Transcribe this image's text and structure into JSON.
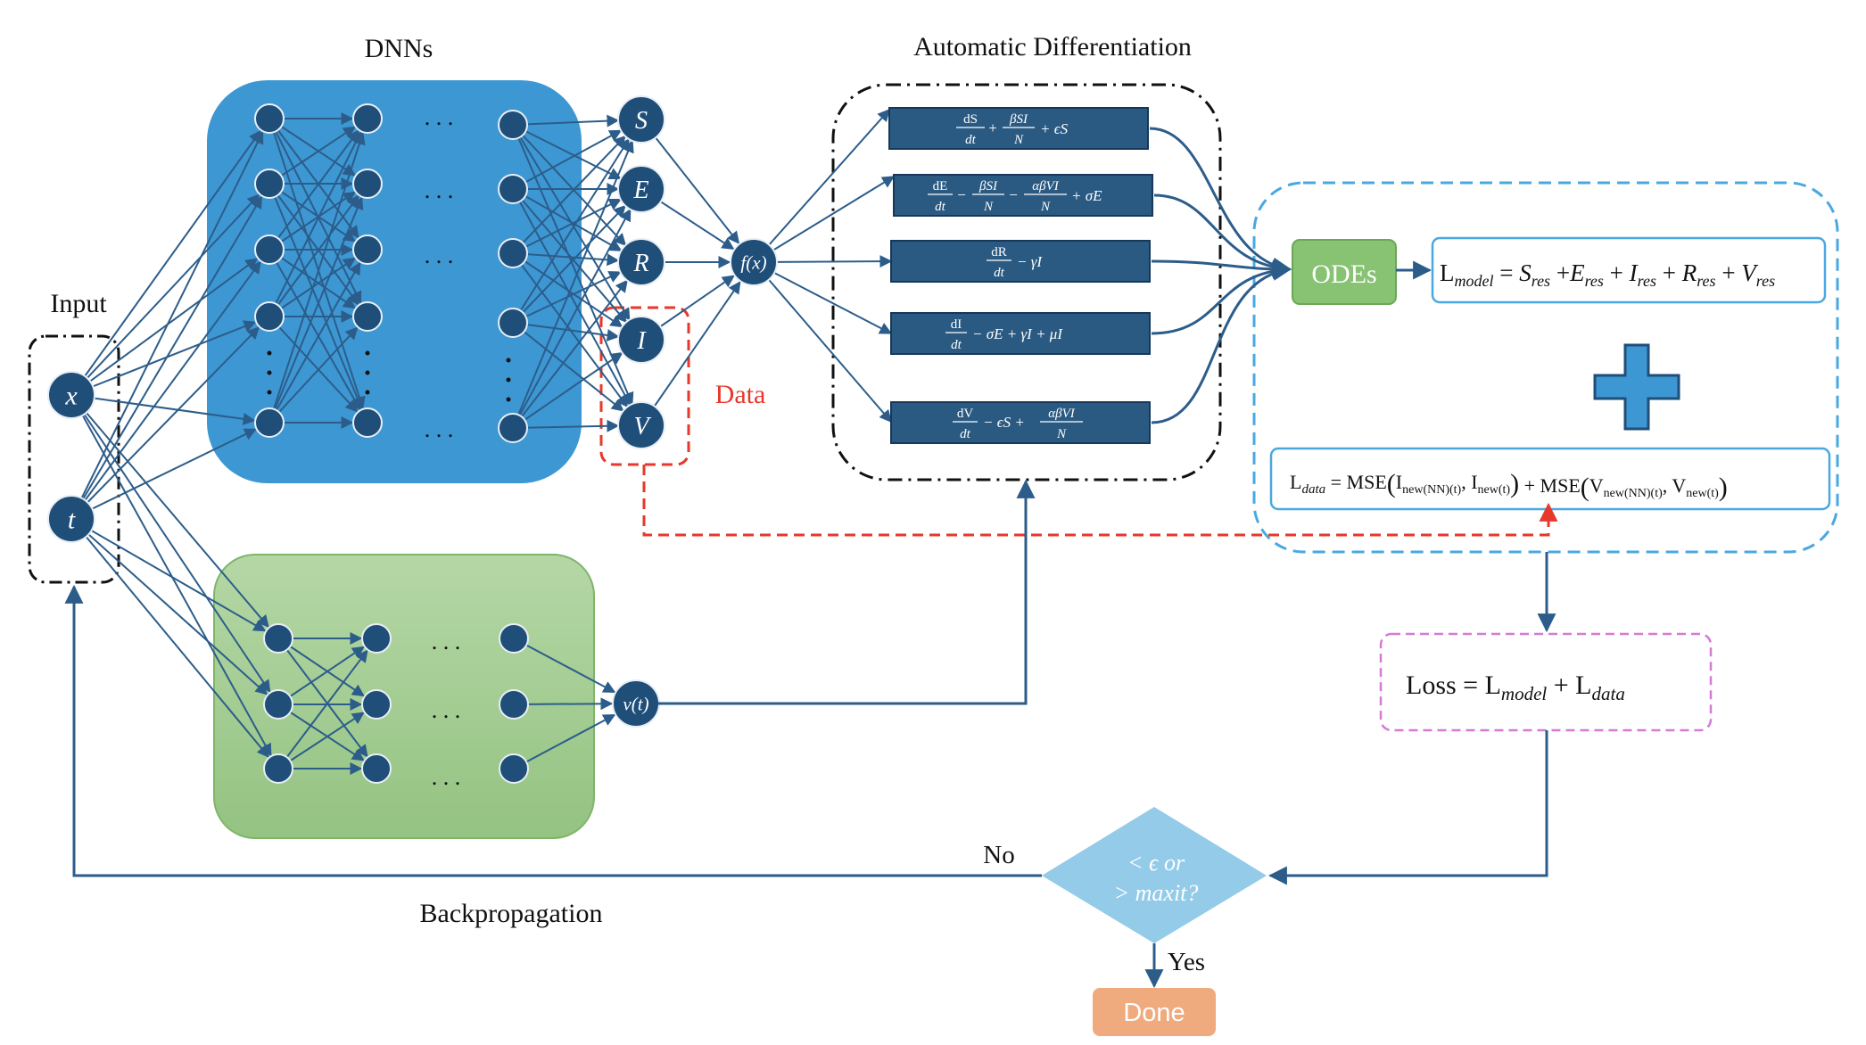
{
  "titles": {
    "dnns": "DNNs",
    "auto_diff": "Automatic Differentiation",
    "input": "Input",
    "backprop": "Backpropagation",
    "data_label": "Data",
    "no": "No",
    "yes": "Yes"
  },
  "inputs": {
    "x": "x",
    "t": "t"
  },
  "outputs": {
    "S": "S",
    "E": "E",
    "R": "R",
    "I": "I",
    "V": "V"
  },
  "nodes": {
    "f": "f(x)",
    "v": "v(t)",
    "ellipsis": ". . .",
    "vdots": "·"
  },
  "equations": {
    "eq1": {
      "frac_num": "dS",
      "frac_den": "dt",
      "op1": "+",
      "num2": "βSI",
      "den2": "N",
      "tail": "+ ϵS"
    },
    "eq2": {
      "frac_num": "dE",
      "frac_den": "dt",
      "op1": "−",
      "num2": "βSI",
      "den2": "N",
      "op2": "−",
      "num3": "αβVI",
      "den3": "N",
      "tail": "+ σE"
    },
    "eq3": {
      "frac_num": "dR",
      "frac_den": "dt",
      "tail": "− γI"
    },
    "eq4": {
      "frac_num": "dI",
      "frac_den": "dt",
      "tail": "− σE + γI + μI"
    },
    "eq5": {
      "frac_num": "dV",
      "frac_den": "dt",
      "op1": "− ϵS +",
      "num2": "αβVI",
      "den2": "N"
    }
  },
  "odes": "ODEs",
  "loss_model": {
    "lhs": "L",
    "lhs_sub": "model",
    "rhs": "= S",
    "terms": [
      {
        "base": "S",
        "sub": "res",
        "op": "="
      },
      {
        "base": "E",
        "sub": "res",
        "op": "+"
      },
      {
        "base": "I",
        "sub": "res",
        "op": "+"
      },
      {
        "base": "R",
        "sub": "res",
        "op": "+"
      },
      {
        "base": "V",
        "sub": "res",
        "op": "+"
      }
    ]
  },
  "plus_symbol": "+",
  "loss_data": {
    "lhs": "L",
    "lhs_sub": "data",
    "eq": "=",
    "mse1": "MSE",
    "a1": "I",
    "a1_sub": "new(NN)(t)",
    "b1": "I",
    "b1_sub": "new(t)",
    "plus": "+",
    "mse2": "MSE",
    "a2": "V",
    "a2_sub": "new(NN)(t)",
    "b2": "V",
    "b2_sub": "new(t)"
  },
  "loss_total": {
    "lhs": "Loss =",
    "t1": "L",
    "t1_sub": "model",
    "plus": "+",
    "t2": "L",
    "t2_sub": "data"
  },
  "decision": {
    "line1": "< ϵ  or",
    "line2": "> maxit?"
  },
  "done": "Done",
  "colors": {
    "node": "#1f4e79",
    "node_stroke": "#16385a",
    "line": "#2c5d8a",
    "dnn_box": "#3d97d3",
    "green_box_top": "#b5d7a6",
    "green_box_bottom": "#94c382",
    "eq_box": "#2a5a82",
    "odes": "#88c273",
    "data_red": "#e8372b",
    "loss_pink": "#d67ad8",
    "diamond": "#93cbe9",
    "done": "#efaa7e",
    "dashed_blue": "#4aa8e0"
  }
}
